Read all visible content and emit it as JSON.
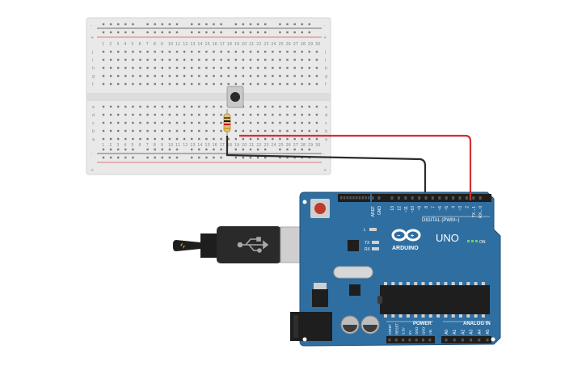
{
  "breadboard": {
    "row_letters_top": [
      "j",
      "i",
      "h",
      "g",
      "f"
    ],
    "row_letters_bottom": [
      "e",
      "d",
      "c",
      "b",
      "a"
    ],
    "column_count": 30,
    "plus_sign": "+",
    "minus_sign": "-"
  },
  "arduino": {
    "logo_text": "ARDUINO",
    "model": "UNO",
    "on_label": "ON",
    "led_l": "L",
    "led_tx": "TX",
    "led_rx": "RX",
    "digital_header": "DIGITAL (PWM~)",
    "power_header": "POWER",
    "analog_header": "ANALOG IN",
    "top_pins": [
      "AREF",
      "GND",
      "13",
      "12",
      "~11",
      "~10",
      "~9",
      "8",
      "7",
      "~6",
      "~5",
      "4",
      "~3",
      "2",
      "TX→1",
      "RX←0"
    ],
    "power_pins": [
      "IOREF",
      "RESET",
      "3.3V",
      "5V",
      "GND",
      "GND",
      "Vin"
    ],
    "analog_pins": [
      "A0",
      "A1",
      "A2",
      "A3",
      "A4",
      "A5"
    ]
  },
  "wires": {
    "red": "#d3302f",
    "black": "#2b2b2b"
  },
  "colors": {
    "board": "#2f6ea0",
    "breadboard": "#e8e8e8",
    "rail_red": "#d9534f",
    "rail_black": "#333333"
  }
}
